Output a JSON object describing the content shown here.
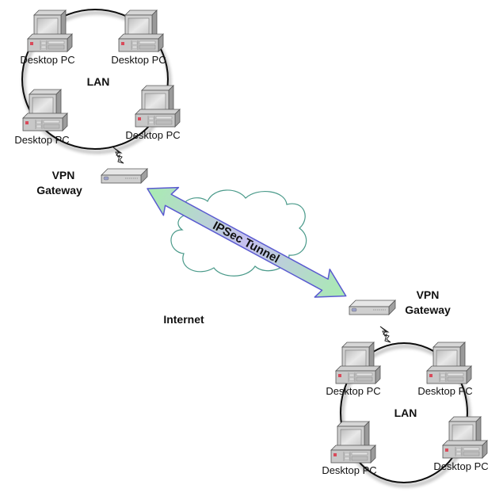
{
  "diagram": {
    "type": "network-topology",
    "cloud_label": "Internet",
    "tunnel_label": "IPSec Tunnel",
    "colors": {
      "tunnel_green": "#a8ecb0",
      "tunnel_violet": "#c6c0f0",
      "tunnel_stroke": "#5a5ad0",
      "cloud_stroke": "#4a9a8a",
      "lan_ring": "#111111"
    },
    "sites": [
      {
        "lan_label": "LAN",
        "gateway_label_line1": "VPN",
        "gateway_label_line2": "Gateway",
        "pcs": [
          {
            "label": "Desktop PC"
          },
          {
            "label": "Desktop PC"
          },
          {
            "label": "Desktop PC"
          },
          {
            "label": "Desktop PC"
          }
        ]
      },
      {
        "lan_label": "LAN",
        "gateway_label_line1": "VPN",
        "gateway_label_line2": "Gateway",
        "pcs": [
          {
            "label": "Desktop PC"
          },
          {
            "label": "Desktop PC"
          },
          {
            "label": "Desktop PC"
          },
          {
            "label": "Desktop PC"
          }
        ]
      }
    ]
  }
}
